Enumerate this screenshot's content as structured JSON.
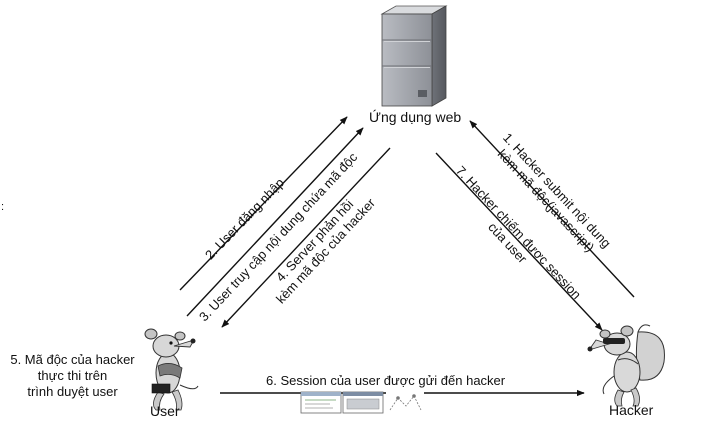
{
  "nodes": {
    "server": "Ứng dụng web",
    "user": "User",
    "hacker": "Hacker"
  },
  "steps": {
    "s1_line1": "1. Hacker submit nội dung",
    "s1_line2": "kèm mã độc(javascript)",
    "s2": "2. User đăng nhập",
    "s3": "3. User truy cập nội dung chứa mã độc",
    "s4_line1": "4. Server phản hồi",
    "s4_line2": "kèm mã độc của hacker",
    "s5_line1": "5. Mã độc của hacker",
    "s5_line2": "thực thi trên",
    "s5_line3": "trình duyệt user",
    "s6": "6. Session của user được gửi đến hacker",
    "s7_line1": "7. Hacker chiếm được session",
    "s7_line2": "của user"
  },
  "edge_mark": ":"
}
